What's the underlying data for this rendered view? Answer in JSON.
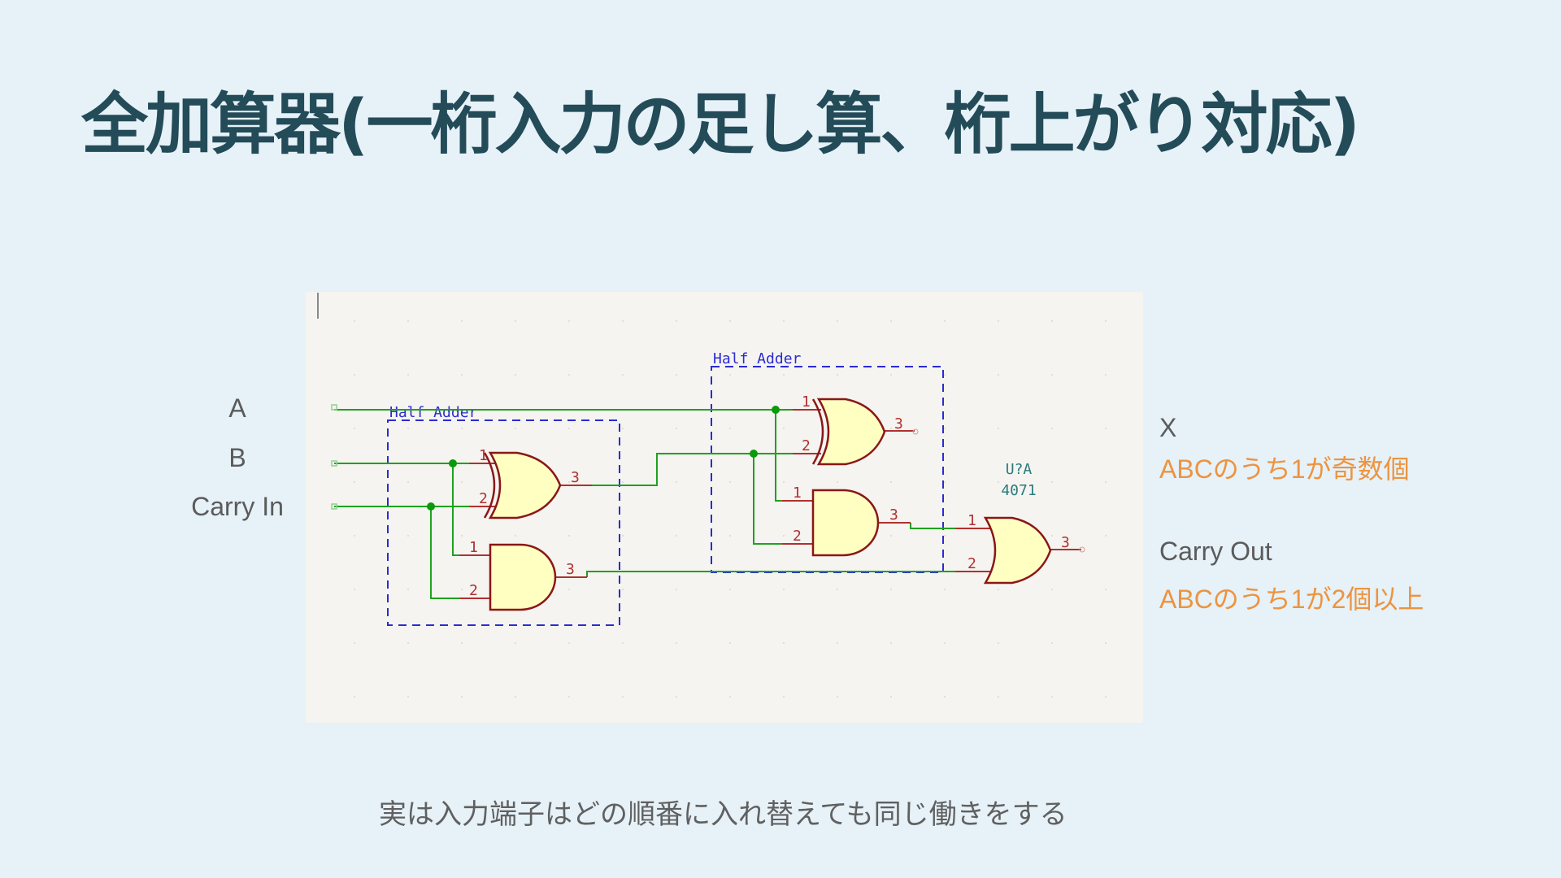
{
  "slide": {
    "title": "全加算器(一桁入力の足し算、桁上がり対応)",
    "footer_note": "実は入力端子はどの順番に入れ替えても同じ働きをする"
  },
  "inputs": [
    {
      "label": "A"
    },
    {
      "label": "B"
    },
    {
      "label": "Carry In"
    }
  ],
  "outputs": [
    {
      "label": "X",
      "description": "ABCのうち1が奇数個"
    },
    {
      "label": "Carry Out",
      "description": "ABCのうち1が2個以上"
    }
  ],
  "schematic": {
    "groups": [
      {
        "label": "Half Adder"
      },
      {
        "label": "Half Adder"
      }
    ],
    "gates": [
      {
        "type": "XOR",
        "group": 0,
        "pins": {
          "in1": "1",
          "in2": "2",
          "out": "3"
        }
      },
      {
        "type": "AND",
        "group": 0,
        "pins": {
          "in1": "1",
          "in2": "2",
          "out": "3"
        }
      },
      {
        "type": "XOR",
        "group": 1,
        "pins": {
          "in1": "1",
          "in2": "2",
          "out": "3"
        }
      },
      {
        "type": "AND",
        "group": 1,
        "pins": {
          "in1": "1",
          "in2": "2",
          "out": "3"
        }
      },
      {
        "type": "OR",
        "group": null,
        "reference": "U?A",
        "value": "4071",
        "pins": {
          "in1": "1",
          "in2": "2",
          "out": "3"
        }
      }
    ],
    "colors": {
      "wire": "#1fa21f",
      "junction": "#0a9a0a",
      "gate_outline": "#8a1717",
      "gate_fill": "#ffffc2",
      "pin": "#b03030",
      "group_border": "#2b2bd1",
      "ref_text": "#2a7a7a"
    }
  }
}
